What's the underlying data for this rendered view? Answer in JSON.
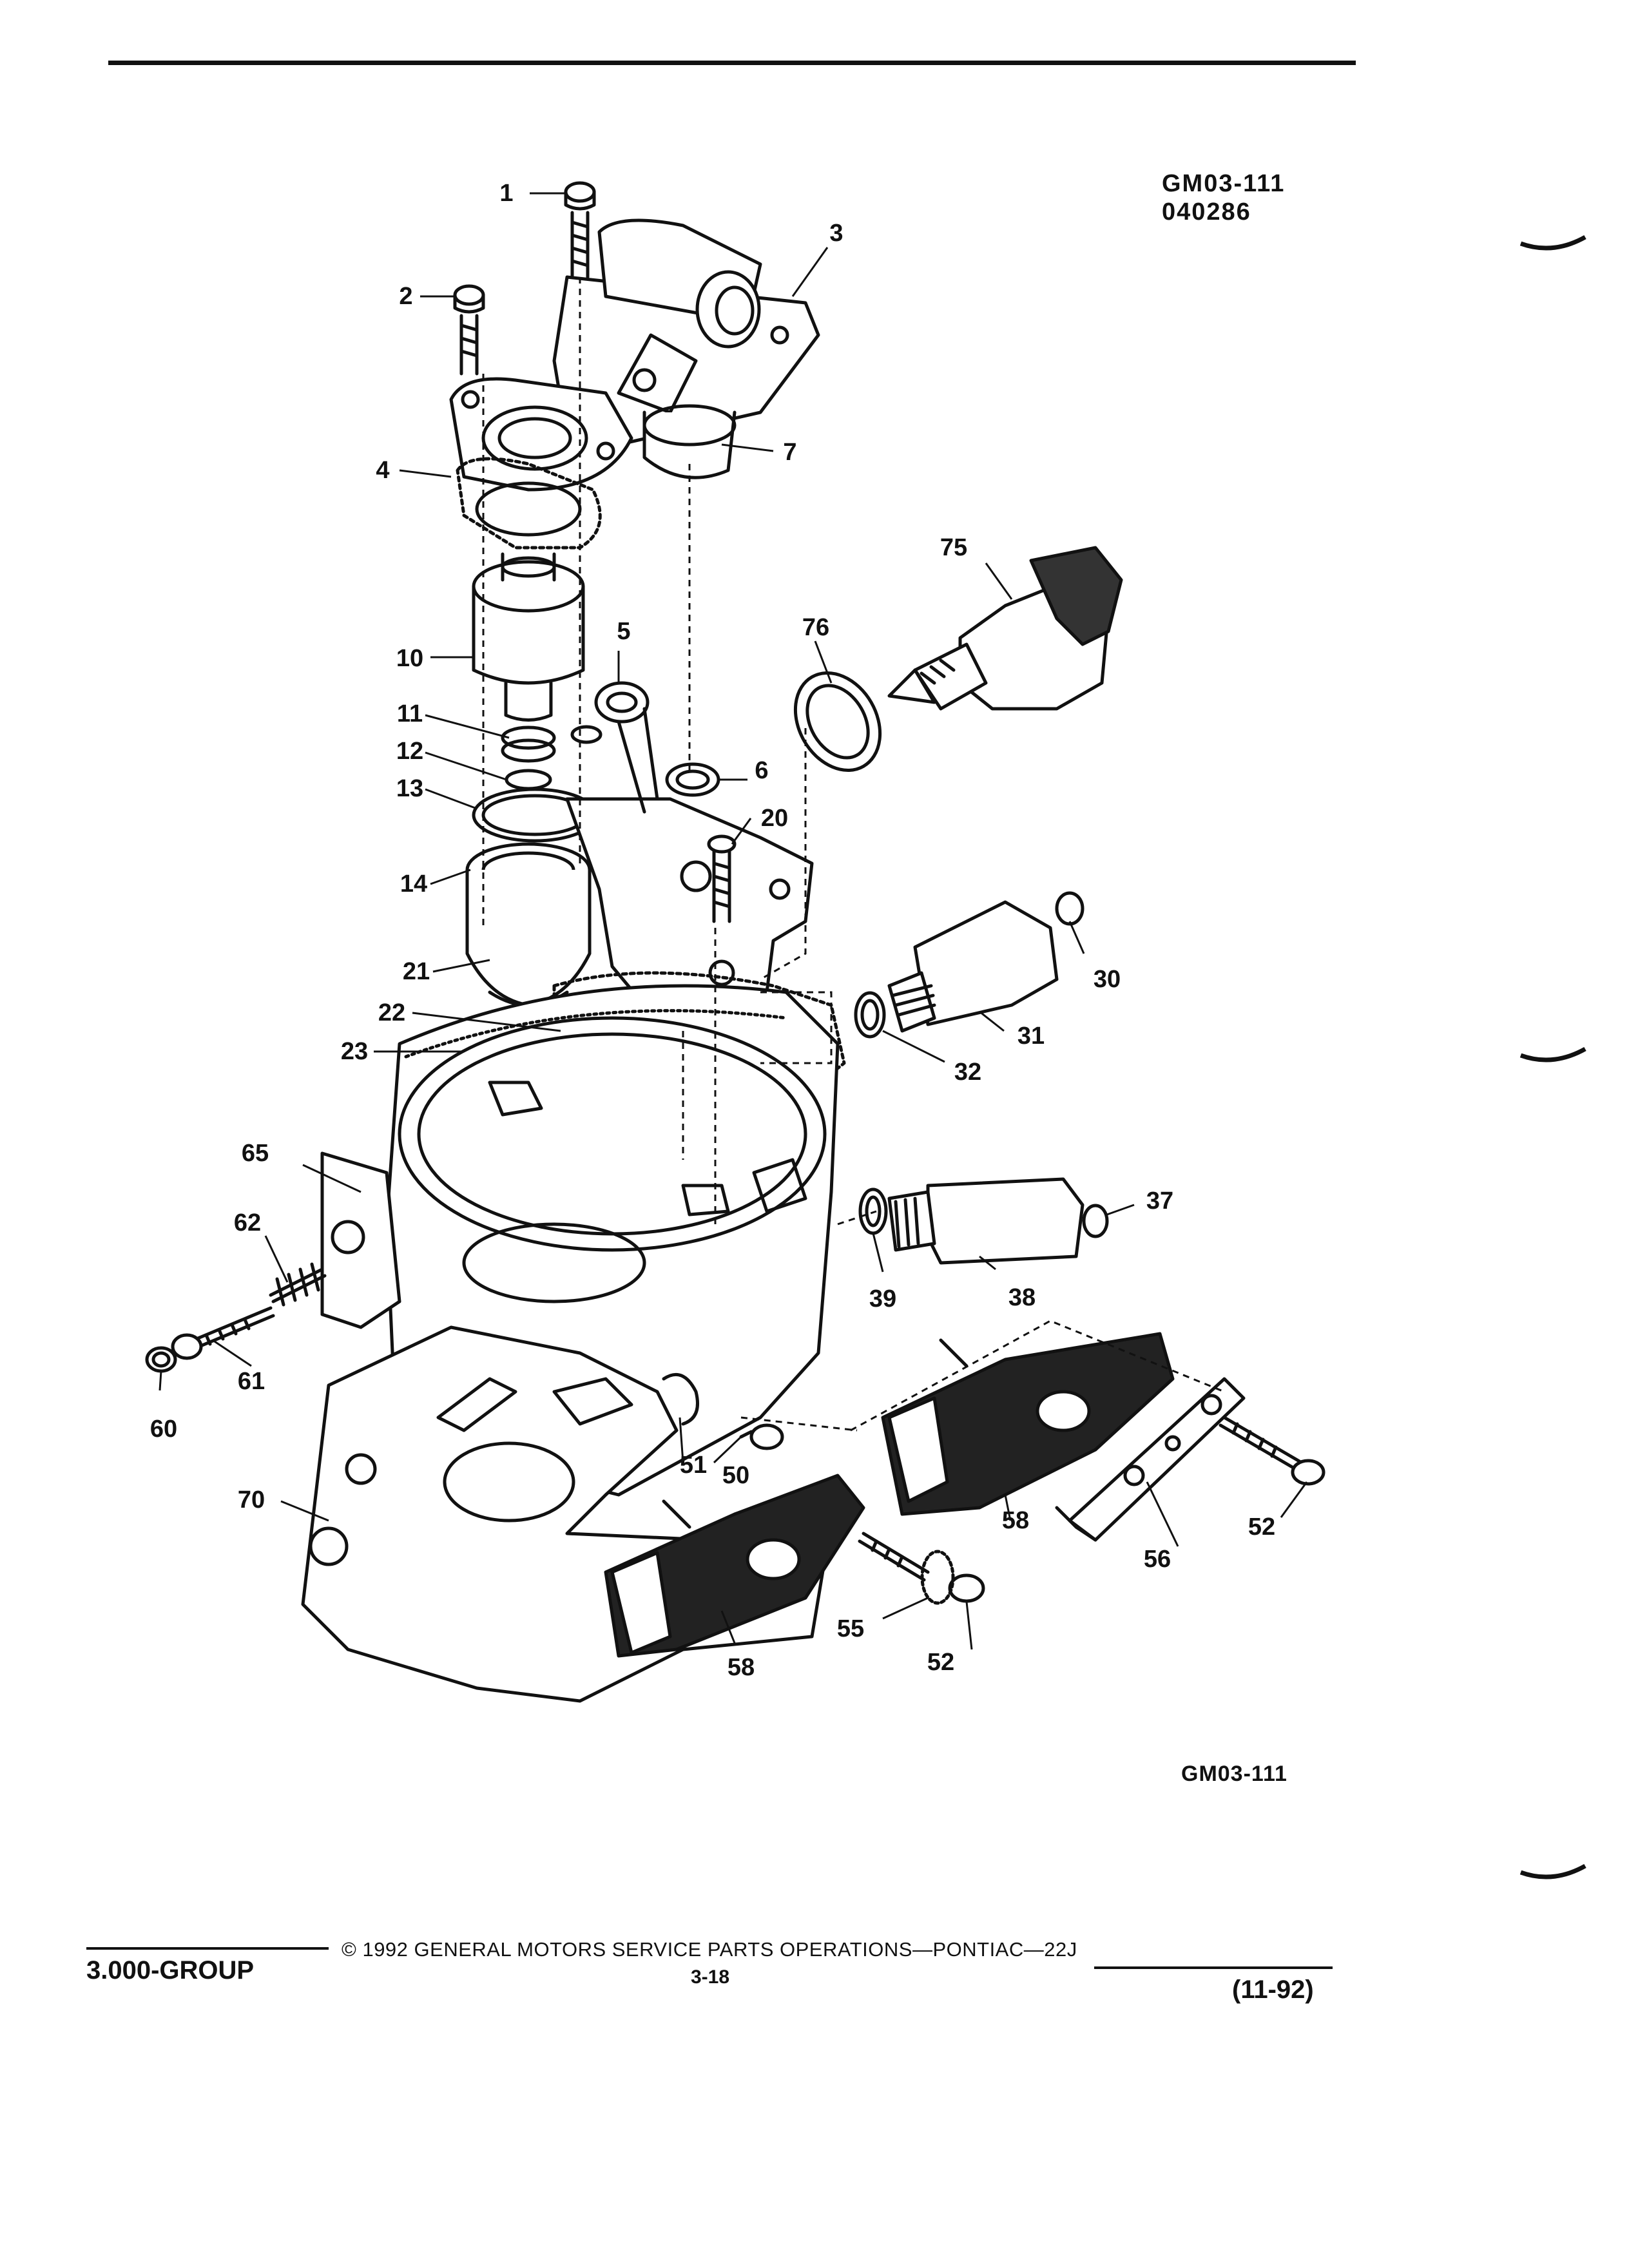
{
  "header": {
    "diagram_id": "GM03-111",
    "diagram_date": "040286"
  },
  "diagram": {
    "callouts": [
      {
        "n": "1",
        "label": "1"
      },
      {
        "n": "2",
        "label": "2"
      },
      {
        "n": "3",
        "label": "3"
      },
      {
        "n": "4",
        "label": "4"
      },
      {
        "n": "5",
        "label": "5"
      },
      {
        "n": "6",
        "label": "6"
      },
      {
        "n": "7",
        "label": "7"
      },
      {
        "n": "10",
        "label": "10"
      },
      {
        "n": "11",
        "label": "11"
      },
      {
        "n": "12",
        "label": "12"
      },
      {
        "n": "13",
        "label": "13"
      },
      {
        "n": "14",
        "label": "14"
      },
      {
        "n": "20",
        "label": "20"
      },
      {
        "n": "21",
        "label": "21"
      },
      {
        "n": "22",
        "label": "22"
      },
      {
        "n": "23",
        "label": "23"
      },
      {
        "n": "30",
        "label": "30"
      },
      {
        "n": "31",
        "label": "31"
      },
      {
        "n": "32",
        "label": "32"
      },
      {
        "n": "37",
        "label": "37"
      },
      {
        "n": "38",
        "label": "38"
      },
      {
        "n": "39",
        "label": "39"
      },
      {
        "n": "50",
        "label": "50"
      },
      {
        "n": "51",
        "label": "51"
      },
      {
        "n": "52a",
        "label": "52"
      },
      {
        "n": "52b",
        "label": "52"
      },
      {
        "n": "55",
        "label": "55"
      },
      {
        "n": "56",
        "label": "56"
      },
      {
        "n": "58a",
        "label": "58"
      },
      {
        "n": "58b",
        "label": "58"
      },
      {
        "n": "60",
        "label": "60"
      },
      {
        "n": "61",
        "label": "61"
      },
      {
        "n": "62",
        "label": "62"
      },
      {
        "n": "65",
        "label": "65"
      },
      {
        "n": "70",
        "label": "70"
      },
      {
        "n": "75",
        "label": "75"
      },
      {
        "n": "76",
        "label": "76"
      }
    ],
    "footer_id": "GM03-111"
  },
  "footer": {
    "group": "3.000-GROUP",
    "copyright": "© 1992 GENERAL MOTORS SERVICE PARTS OPERATIONS—PONTIAC—22J",
    "page_number": "3-18",
    "revision": "(11-92)"
  }
}
